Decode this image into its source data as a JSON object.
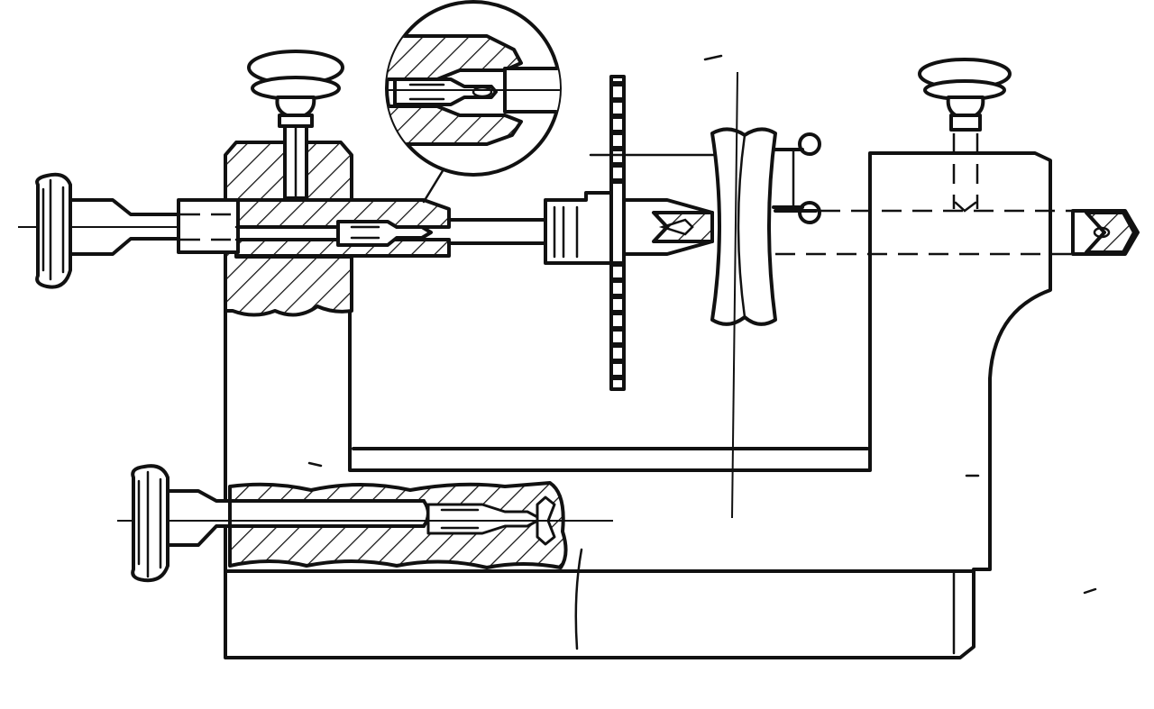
{
  "figure": {
    "type": "technical-drawing",
    "subject": "machine-with-spindles-and-pulley",
    "colors": {
      "ink": "#111111",
      "paper": "#ffffff"
    },
    "parts": [
      "frame-body",
      "left-headstock",
      "right-headstock",
      "upper-spindle",
      "lower-spindle",
      "left-handwheel",
      "lower-handwheel",
      "clamp-knob-left",
      "clamp-knob-right",
      "toothed-wheel",
      "pulley",
      "right-spindle-tip",
      "detail-magnifier"
    ]
  }
}
